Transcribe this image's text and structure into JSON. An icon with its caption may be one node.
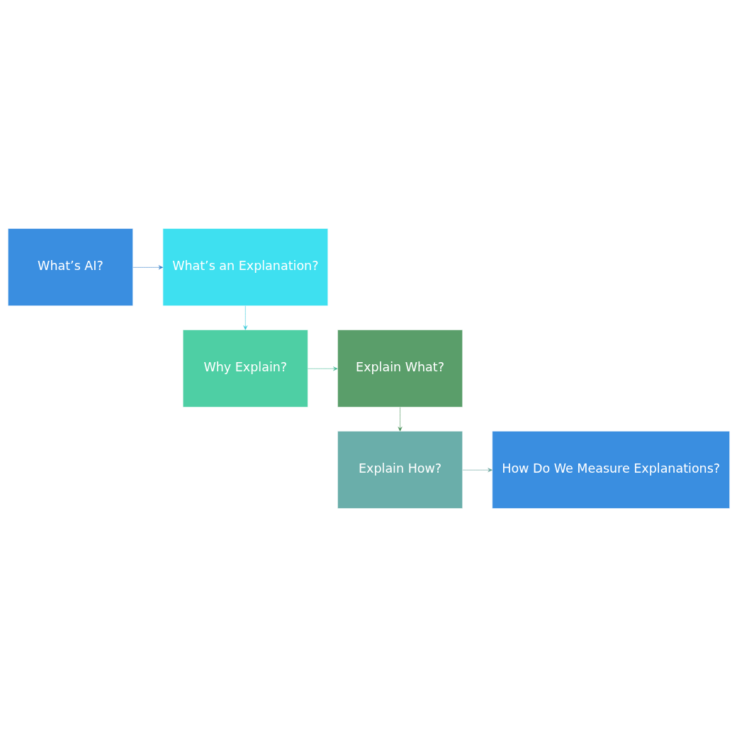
{
  "diagram": {
    "nodes": [
      {
        "text": [
          "What’s AI?"
        ]
      },
      {
        "text": [
          "What’s an Explanation?"
        ]
      },
      {
        "text": [
          "Why Explain?"
        ]
      },
      {
        "text": [
          "Explain What?"
        ]
      },
      {
        "text": [
          "Explain How?"
        ]
      },
      {
        "text": [
          "How Do We Measure Explanations?"
        ]
      }
    ],
    "edges": [
      {
        "from": 0,
        "to": 1,
        "arrow": "to",
        "color": "#2e7cc8"
      },
      {
        "from": 1,
        "to": 2,
        "arrow": "to",
        "color": "#2ec8d8"
      },
      {
        "from": 2,
        "to": 3,
        "arrow": "to",
        "color": "#45b894"
      },
      {
        "from": 3,
        "to": 4,
        "arrow": "to",
        "color": "#3e8a50"
      },
      {
        "from": 4,
        "to": 5,
        "arrow": "to",
        "color": "#5f9e98"
      }
    ]
  }
}
